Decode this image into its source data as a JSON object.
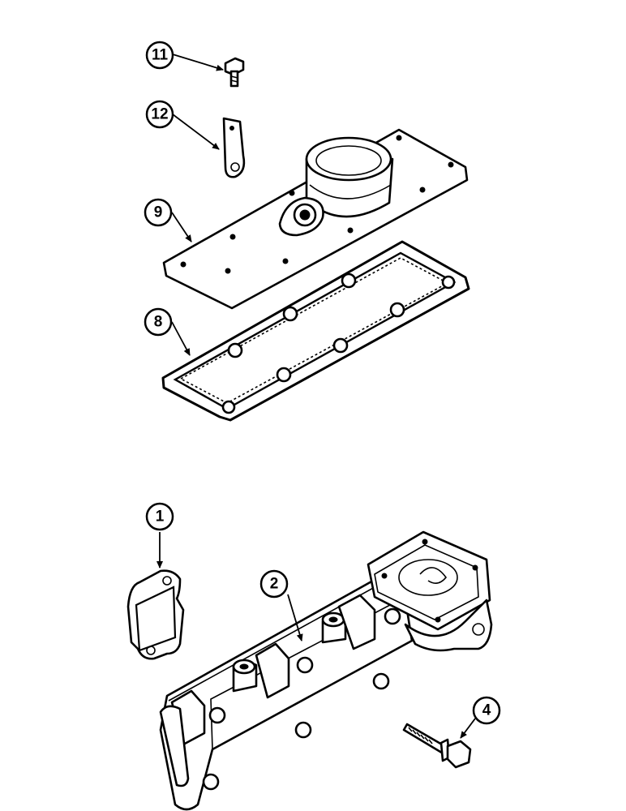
{
  "diagram": {
    "callouts": [
      {
        "id": "c11",
        "label": "11"
      },
      {
        "id": "c12",
        "label": "12"
      },
      {
        "id": "c9",
        "label": "9"
      },
      {
        "id": "c8",
        "label": "8"
      },
      {
        "id": "c1",
        "label": "1"
      },
      {
        "id": "c2",
        "label": "2"
      },
      {
        "id": "c4",
        "label": "4"
      }
    ]
  }
}
